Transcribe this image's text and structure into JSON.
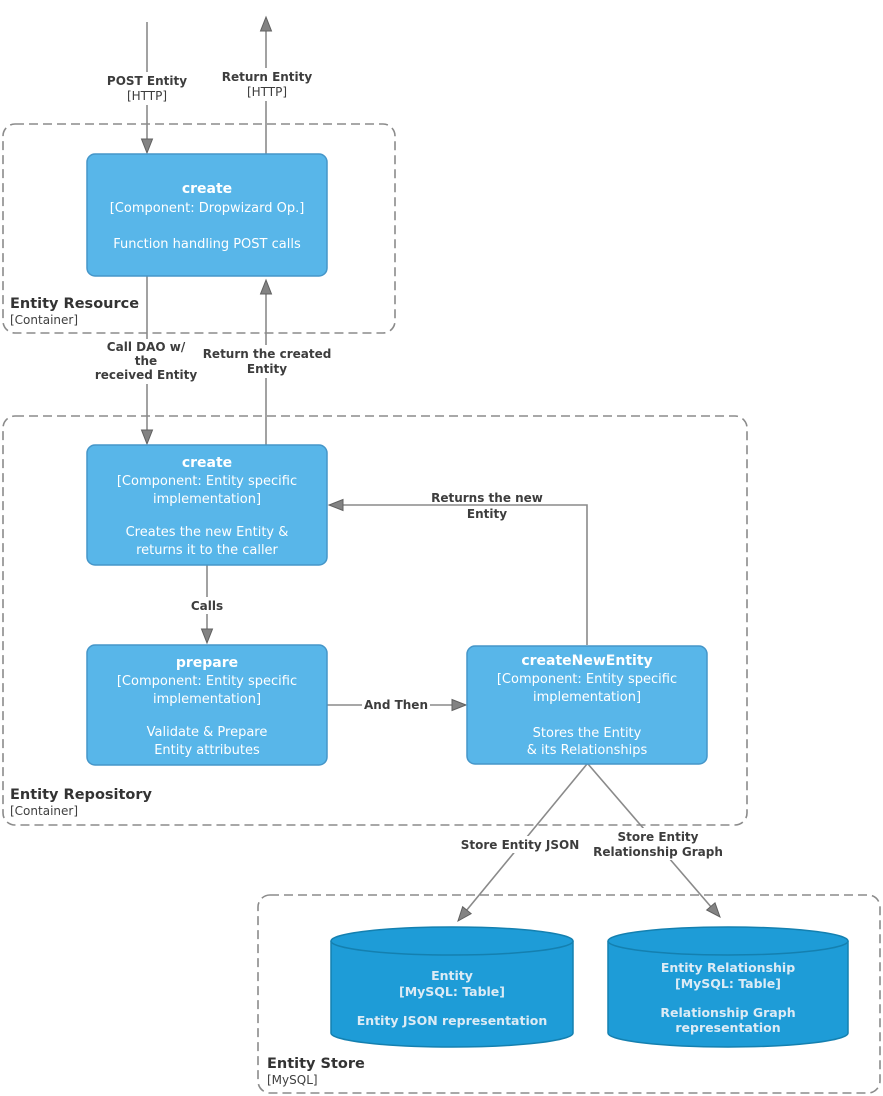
{
  "colors": {
    "component_fill": "#58b6e9",
    "component_border": "#4596c9",
    "database_fill": "#1e9cd7",
    "database_border": "#1480b0",
    "edge_line": "#8a8a8a",
    "edge_label_text": "#3d3d3d",
    "node_text": "#ffffff",
    "database_text": "#dcebf5",
    "container_border": "#8b8b8b",
    "container_title_text": "#333333"
  },
  "containers": {
    "resource": {
      "title": "Entity Resource",
      "type": "[Container]"
    },
    "repository": {
      "title": "Entity Repository",
      "type": "[Container]"
    },
    "store": {
      "title": "Entity Store",
      "type": "[MySQL]"
    }
  },
  "nodes": {
    "resource_create": {
      "title": "create",
      "meta": [
        "[Component: Dropwizard Op.]"
      ],
      "desc": [
        "Function handling POST calls"
      ]
    },
    "repo_create": {
      "title": "create",
      "meta": [
        "[Component: Entity specific",
        "implementation]"
      ],
      "desc": [
        "Creates the new Entity &",
        "returns it to the caller"
      ]
    },
    "prepare": {
      "title": "prepare",
      "meta": [
        "[Component: Entity specific",
        "implementation]"
      ],
      "desc": [
        "Validate & Prepare",
        "Entity attributes"
      ]
    },
    "create_new_entity": {
      "title": "createNewEntity",
      "meta": [
        "[Component: Entity specific",
        "implementation]"
      ],
      "desc": [
        "Stores the Entity",
        "& its Relationships"
      ]
    }
  },
  "databases": {
    "entity": {
      "title": "Entity",
      "meta": "[MySQL: Table]",
      "desc": [
        "Entity JSON representation"
      ]
    },
    "entity_relationship": {
      "title": "Entity Relationship",
      "meta": "[MySQL: Table]",
      "desc": [
        "Relationship Graph",
        "representation"
      ]
    }
  },
  "edges": {
    "post_entity": {
      "label": "POST Entity",
      "protocol": "[HTTP]"
    },
    "return_entity": {
      "label": "Return Entity",
      "protocol": "[HTTP]"
    },
    "call_dao": {
      "lines": [
        "Call DAO w/",
        "the",
        "received Entity"
      ]
    },
    "return_created": {
      "lines": [
        "Return the created",
        "Entity"
      ]
    },
    "calls": {
      "label": "Calls"
    },
    "and_then": {
      "label": "And Then"
    },
    "returns_new": {
      "lines": [
        "Returns the new",
        "Entity"
      ]
    },
    "store_json": {
      "label": "Store Entity JSON"
    },
    "store_graph": {
      "lines": [
        "Store Entity",
        "Relationship Graph"
      ]
    }
  }
}
